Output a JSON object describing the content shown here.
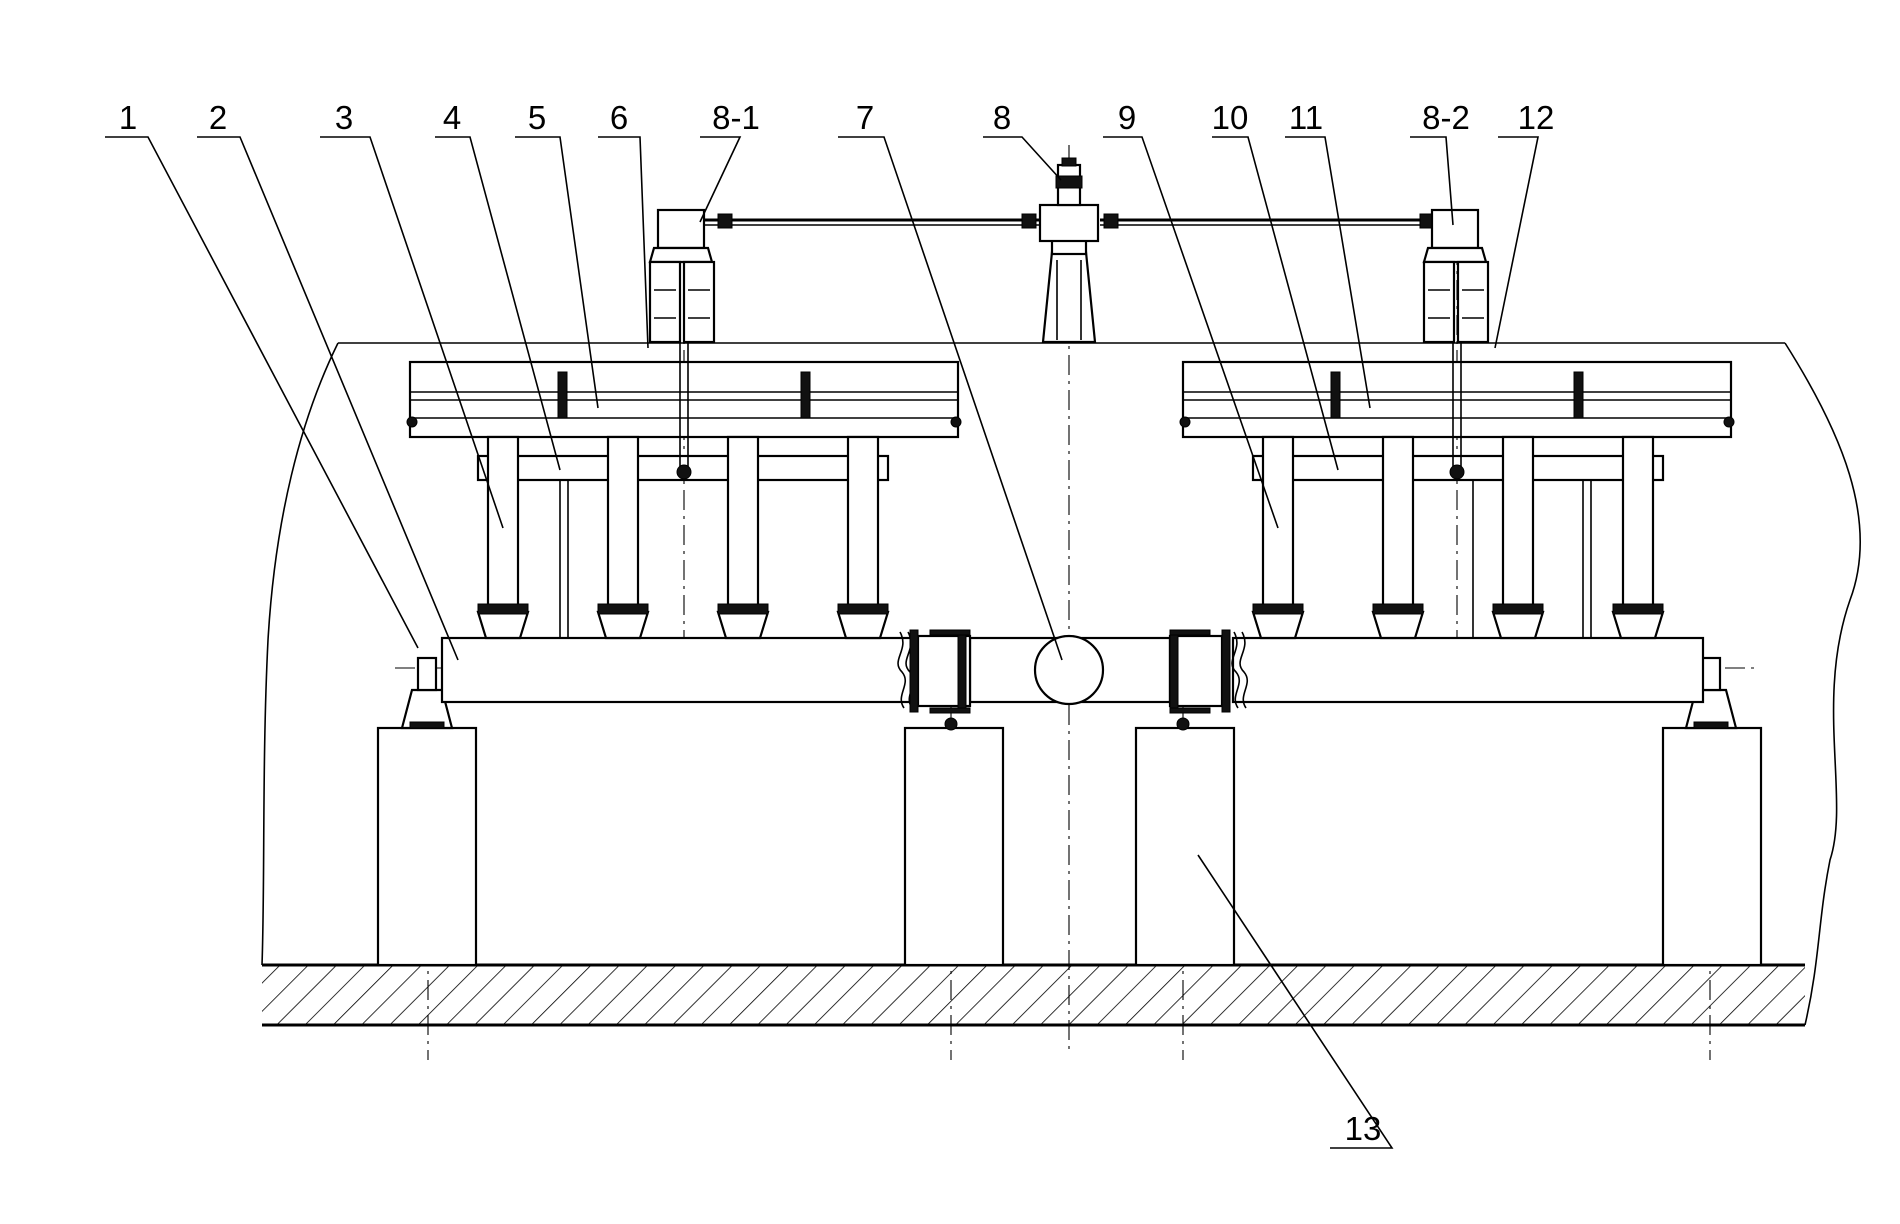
{
  "labels": {
    "l1": "1",
    "l2": "2",
    "l3": "3",
    "l4": "4",
    "l5": "5",
    "l6": "6",
    "l8_1": "8-1",
    "l7": "7",
    "l8": "8",
    "l9": "9",
    "l10": "10",
    "l11": "11",
    "l8_2": "8-2",
    "l12": "12",
    "l13": "13"
  }
}
